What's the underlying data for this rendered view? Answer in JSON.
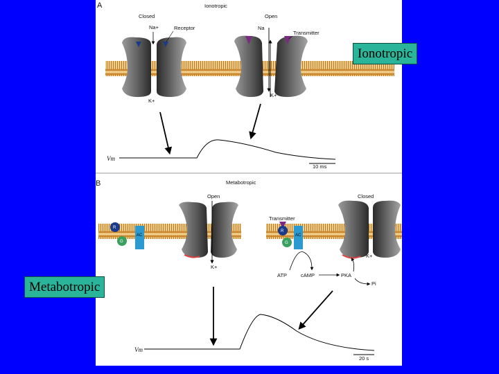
{
  "callouts": {
    "ionotropic": "Ionotropic",
    "metabotropic": "Metabotropic"
  },
  "panel_a": {
    "letter": "A",
    "title": "Ionotropic",
    "closed_label": "Closed",
    "open_label": "Open",
    "na_left": "Na+",
    "na_right": "Na",
    "receptor_label": "Receptor",
    "transmitter_label": "Transmitter",
    "k_left": "K+",
    "k_right": "K+",
    "vm_label": "Vm",
    "scale_label": "10 ms"
  },
  "panel_b": {
    "letter": "B",
    "title": "Metabotropic",
    "open_label": "Open",
    "closed_label": "Closed",
    "transmitter_label": "Transmitter",
    "r_left": "R",
    "g_left": "G",
    "ac_left": "AC",
    "r_right": "R",
    "g_right": "G",
    "ac_right": "AC",
    "k_open": "K+",
    "k_closed": "K+",
    "atp": "ATP",
    "camp": "cAMP",
    "pka": "PKA",
    "pi": "Pi",
    "vm_label": "Vm",
    "scale_label": "20 s"
  },
  "colors": {
    "background": "#0000ff",
    "callout_fill": "#2ab59a",
    "membrane": "#d49a3a",
    "channel": "#5c5c5c",
    "transmitter": "#7a2a80",
    "receptor": "#1a3a8a",
    "g_protein": "#3aa060",
    "adenylyl_cyclase": "#2a9ad0",
    "phospho_mark": "#e04040"
  }
}
